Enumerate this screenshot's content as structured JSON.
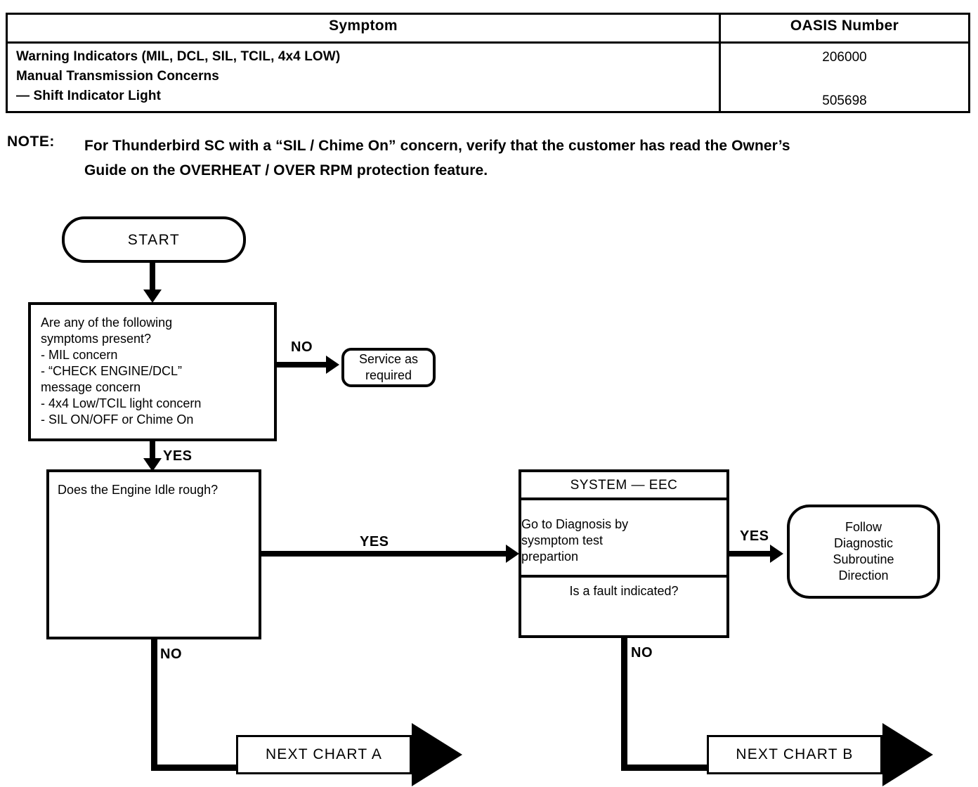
{
  "table": {
    "headers": [
      "Symptom",
      "OASIS Number"
    ],
    "symptom_lines": [
      "Warning Indicators (MIL, DCL, SIL, TCIL, 4x4 LOW)",
      "Manual Transmission Concerns",
      "— Shift Indicator Light"
    ],
    "oasis_numbers": [
      "206000",
      "505698"
    ]
  },
  "note": {
    "label": "NOTE:",
    "line1": "For Thunderbird SC with a “SIL / Chime On” concern, verify that the customer has read the Owner’s",
    "line2": "Guide on the OVERHEAT / OVER RPM protection feature."
  },
  "flow": {
    "start": "START",
    "symptom_check": {
      "question_line1": "Are any of the following",
      "question_line2": "symptoms present?",
      "items": [
        "- MIL concern",
        "- “CHECK ENGINE/DCL”",
        "   message concern",
        "- 4x4 Low/TCIL light concern",
        "- SIL ON/OFF or Chime On"
      ]
    },
    "service": {
      "line1": "Service as",
      "line2": "required"
    },
    "idle_question": "Does the Engine Idle rough?",
    "eec": {
      "title": "SYSTEM — EEC",
      "action_line1": "Go to  Diagnosis by",
      "action_line2": "sysmptom test",
      "action_line3": "prepartion",
      "fault_question": "Is a fault indicated?"
    },
    "follow": {
      "line1": "Follow",
      "line2": "Diagnostic",
      "line3": "Subroutine",
      "line4": "Direction"
    },
    "next_chart_a": "NEXT CHART A",
    "next_chart_b": "NEXT CHART  B",
    "labels": {
      "no_symptoms": "NO",
      "yes_symptoms": "YES",
      "yes_idle": "YES",
      "no_idle": "NO",
      "yes_fault": "YES",
      "no_fault": "NO"
    }
  },
  "colors": {
    "ink": "#000000",
    "paper": "#ffffff"
  }
}
